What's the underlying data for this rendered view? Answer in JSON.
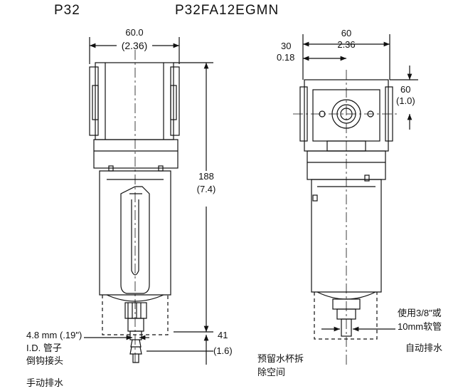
{
  "header": {
    "series": "P32",
    "model": "P32FA12EGMN"
  },
  "front_view": {
    "width_mm": "60.0",
    "width_in": "(2.36)",
    "height_mm": "188",
    "height_in": "(7.4)",
    "drain_clear_mm": "41",
    "drain_clear_in": "(1.6)",
    "tube_size": "4.8 mm (.19\")",
    "tube_id_line": "I.D.  管子",
    "barb_fitting": "倒钩接头",
    "manual_drain": "手动排水"
  },
  "side_view": {
    "port_offset_mm": "30",
    "port_offset_in": "0.18",
    "body_width_mm": "60",
    "body_width_in": "2.36",
    "port_height_mm": "60",
    "port_height_in": "(1.0)",
    "bowl_clearance_line1": "预留水杯拆",
    "bowl_clearance_line2": "除空间",
    "tube_note_line1": "使用3/8\"或",
    "tube_note_line2": "10mm软管",
    "auto_drain": "自动排水"
  }
}
